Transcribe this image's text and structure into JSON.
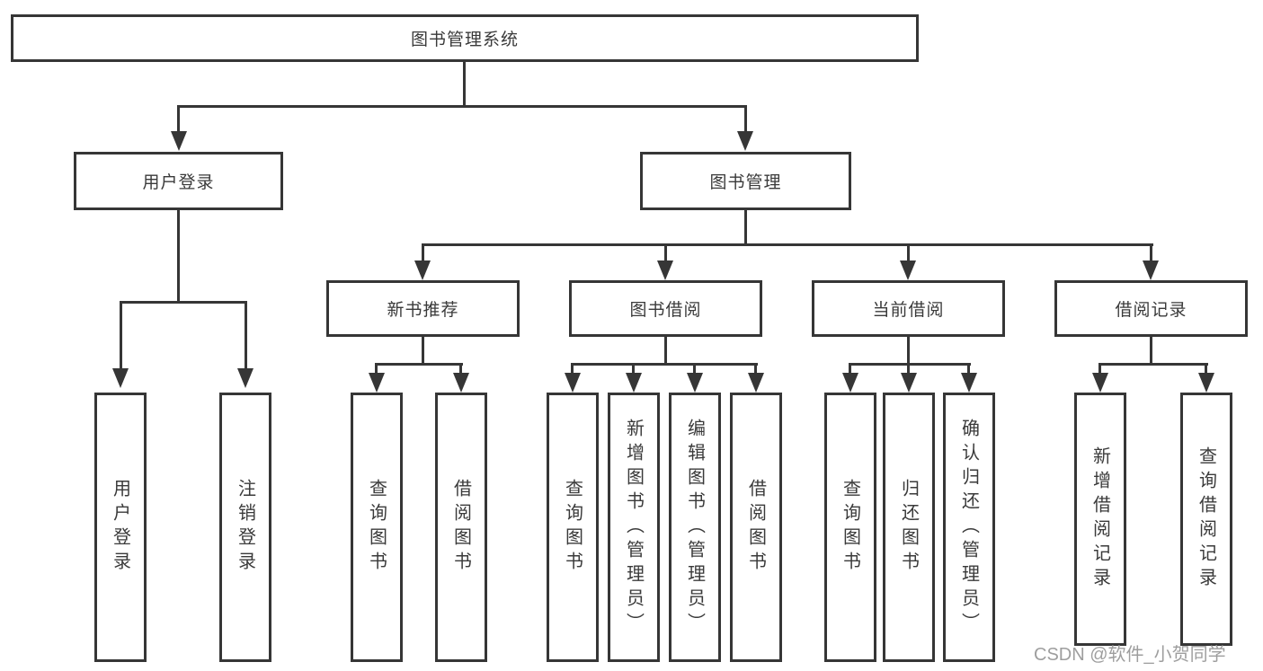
{
  "tree": {
    "root": {
      "label": "图书管理系统"
    },
    "children": [
      {
        "label": "用户登录",
        "children": [
          {
            "label": "用户登录"
          },
          {
            "label": "注销登录"
          }
        ]
      },
      {
        "label": "图书管理",
        "children": [
          {
            "label": "新书推荐",
            "children": [
              {
                "label": "查询图书"
              },
              {
                "label": "借阅图书"
              }
            ]
          },
          {
            "label": "图书借阅",
            "children": [
              {
                "label": "查询图书"
              },
              {
                "label": "新增图书（管理员）"
              },
              {
                "label": "编辑图书（管理员）"
              },
              {
                "label": "借阅图书"
              }
            ]
          },
          {
            "label": "当前借阅",
            "children": [
              {
                "label": "查询图书"
              },
              {
                "label": "归还图书"
              },
              {
                "label": "确认归还（管理员）"
              }
            ]
          },
          {
            "label": "借阅记录",
            "children": [
              {
                "label": "新增借阅记录"
              },
              {
                "label": "查询借阅记录"
              }
            ]
          }
        ]
      }
    ]
  },
  "watermark": "CSDN @软件_小贺同学",
  "colors": {
    "line": "#363636",
    "box_background": "#ffffff",
    "text": "#3a3a3a",
    "watermark": "#9e9e9e"
  }
}
